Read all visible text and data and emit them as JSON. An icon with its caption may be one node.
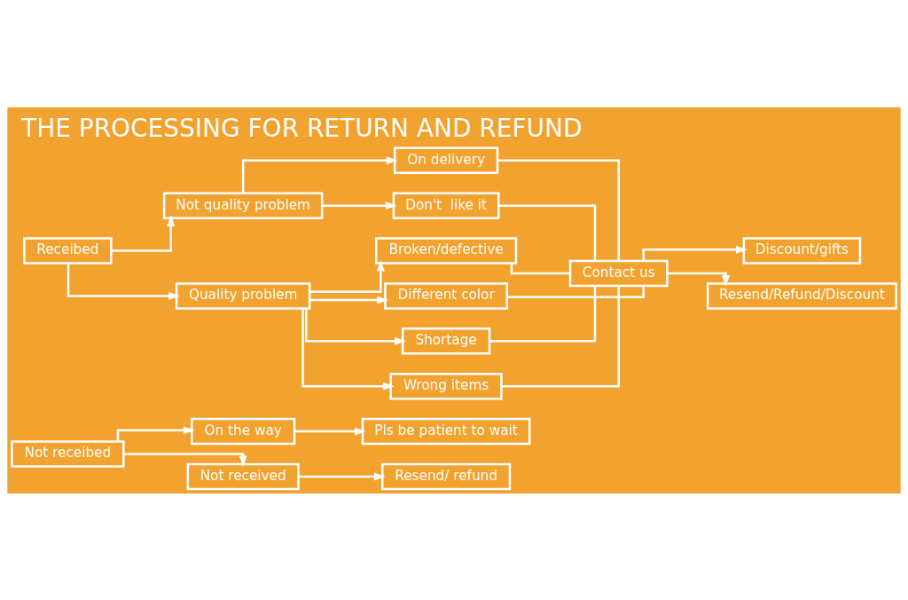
{
  "diagram": {
    "title": "THE PROCESSING FOR RETURN AND REFUND",
    "nodes": [
      {
        "text": [
          "Not receibed"
        ]
      },
      {
        "text": [
          "On the way"
        ]
      },
      {
        "text": [
          "Not received"
        ]
      },
      {
        "text": [
          "Pls be patient to wait"
        ]
      },
      {
        "text": [
          "Resend/ refund"
        ]
      },
      {
        "text": [
          "Receibed"
        ]
      },
      {
        "text": [
          "Not quality problem"
        ]
      },
      {
        "text": [
          "Quality problem"
        ]
      },
      {
        "text": [
          "On delivery"
        ]
      },
      {
        "text": [
          "Don't  like it"
        ]
      },
      {
        "text": [
          "Broken/defective"
        ]
      },
      {
        "text": [
          "Different color"
        ]
      },
      {
        "text": [
          "Shortage"
        ]
      },
      {
        "text": [
          "Wrong items"
        ]
      },
      {
        "text": [
          "Contact us"
        ]
      },
      {
        "text": [
          "Discount/gifts"
        ]
      },
      {
        "text": [
          "Resend/Refund/Discount"
        ]
      }
    ],
    "edges": [
      {
        "from": 0,
        "to": 1,
        "arrow": "to"
      },
      {
        "from": 0,
        "to": 2,
        "arrow": "to"
      },
      {
        "from": 1,
        "to": 3,
        "arrow": "to"
      },
      {
        "from": 2,
        "to": 4,
        "arrow": "to"
      },
      {
        "from": 5,
        "to": 6,
        "arrow": "to"
      },
      {
        "from": 5,
        "to": 7,
        "arrow": "to"
      },
      {
        "from": 6,
        "to": 8,
        "arrow": "to"
      },
      {
        "from": 6,
        "to": 9,
        "arrow": "to"
      },
      {
        "from": 7,
        "to": 10,
        "arrow": "to"
      },
      {
        "from": 7,
        "to": 11,
        "arrow": "to"
      },
      {
        "from": 7,
        "to": 12,
        "arrow": "to"
      },
      {
        "from": 7,
        "to": 13,
        "arrow": "to"
      },
      {
        "from": 8,
        "to": 14,
        "arrow": "none"
      },
      {
        "from": 9,
        "to": 14,
        "arrow": "none"
      },
      {
        "from": 10,
        "to": 14,
        "arrow": "none"
      },
      {
        "from": 11,
        "to": 14,
        "arrow": "none"
      },
      {
        "from": 12,
        "to": 14,
        "arrow": "none"
      },
      {
        "from": 13,
        "to": 14,
        "arrow": "none"
      },
      {
        "from": 14,
        "to": 15,
        "arrow": "to"
      },
      {
        "from": 14,
        "to": 16,
        "arrow": "to"
      }
    ]
  }
}
